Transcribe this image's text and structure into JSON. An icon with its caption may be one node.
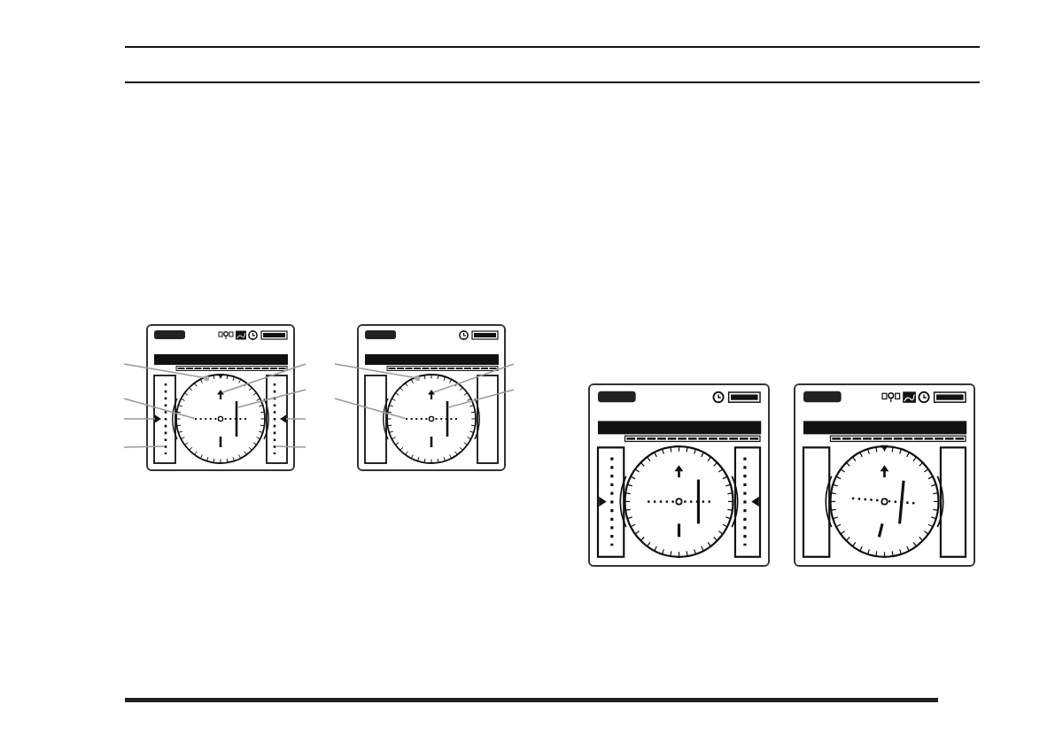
{
  "diagram": {
    "nodes": [
      {
        "text": [],
        "shape": "picture"
      },
      {
        "text": [],
        "shape": "circle",
        "in": 0
      },
      {
        "text": [],
        "shape": "line",
        "in": 0
      },
      {
        "text": [],
        "shape": "triangle",
        "in": 0
      },
      {
        "text": [],
        "shape": "line",
        "in": 0
      },
      {
        "text": [],
        "shape": "arrow",
        "in": 0
      },
      {
        "text": [],
        "shape": "bar",
        "in": 0
      },
      {
        "text": [],
        "shape": "triangle",
        "in": 0
      },
      {
        "text": [],
        "shape": "line",
        "in": 0
      },
      {
        "text": [],
        "shape": "picture"
      },
      {
        "text": [],
        "shape": "circle",
        "in": 9
      },
      {
        "text": [],
        "shape": "line",
        "in": 9
      },
      {
        "text": [],
        "shape": "arrow",
        "in": 9
      },
      {
        "text": [],
        "shape": "bar",
        "in": 9
      },
      {
        "text": [],
        "shape": "picture"
      },
      {
        "text": [],
        "shape": "picture"
      }
    ],
    "edges": [
      {
        "from": null,
        "to": 1,
        "arrow": "none"
      },
      {
        "from": null,
        "to": 4,
        "arrow": "none"
      },
      {
        "from": null,
        "to": 3,
        "arrow": "none"
      },
      {
        "from": null,
        "to": 2,
        "arrow": "none"
      },
      {
        "from": null,
        "to": 5,
        "arrow": "none"
      },
      {
        "from": null,
        "to": 6,
        "arrow": "none"
      },
      {
        "from": null,
        "to": 7,
        "arrow": "none"
      },
      {
        "from": null,
        "to": 8,
        "arrow": "none"
      },
      {
        "from": null,
        "to": 10,
        "arrow": "none"
      },
      {
        "from": null,
        "to": 11,
        "arrow": "none"
      },
      {
        "from": null,
        "to": 12,
        "arrow": "none"
      },
      {
        "from": null,
        "to": 13,
        "arrow": "none"
      }
    ]
  }
}
